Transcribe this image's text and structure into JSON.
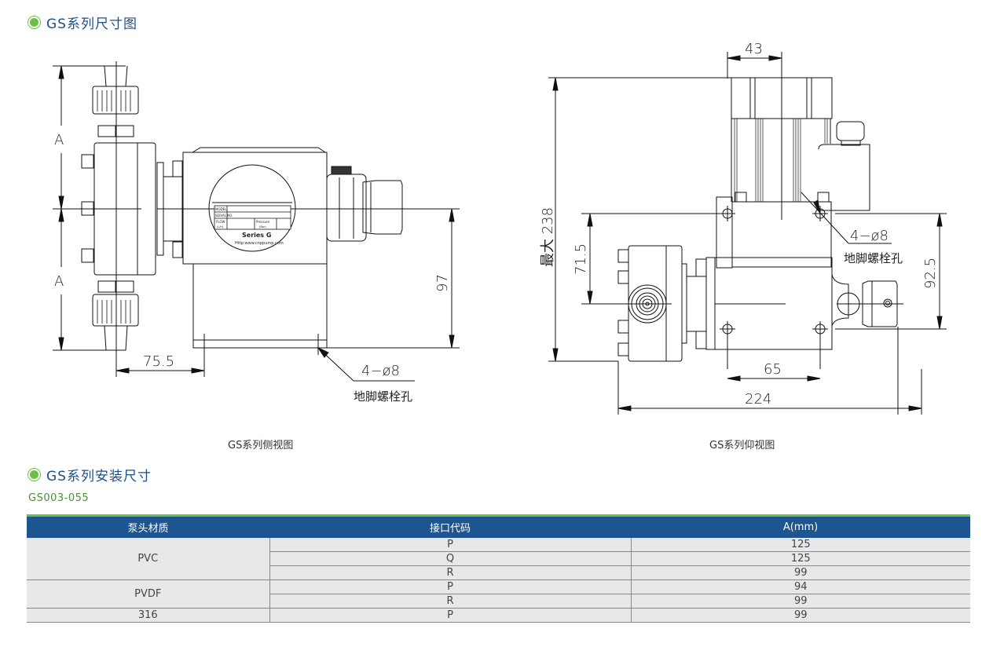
{
  "sections": {
    "drawing_title": "GS系列尺寸图",
    "install_title": "GS系列安装尺寸"
  },
  "side_view": {
    "caption": "GS系列侧视图",
    "dim_a_top": "A",
    "dim_a_bottom": "A",
    "dim_width": "75.5",
    "dim_height": "97",
    "hole_spec": "4−ø8",
    "hole_label": "地脚螺栓孔",
    "nameplate": {
      "model": "MODEL",
      "serial": "SERIAL NO.",
      "flow": "FLOW",
      "flow_unit": "(L/h)",
      "pressure": "Pressure",
      "pressure_unit": "(Bar)",
      "brand": "Series G",
      "url": "Http:www.cnppump.com"
    }
  },
  "bottom_view": {
    "caption": "GS系列仰视图",
    "dim_top": "43",
    "dim_max_height": "最大 238",
    "dim_left": "71.5",
    "dim_right": "92.5",
    "dim_holes": "65",
    "dim_total": "224",
    "hole_spec": "4−ø8",
    "hole_label": "地脚螺栓孔"
  },
  "table": {
    "model_range": "GS003-055",
    "headers": [
      "泵头材质",
      "接口代码",
      "A(mm)"
    ],
    "groups": [
      {
        "material": "PVC",
        "rows": [
          {
            "code": "P",
            "a": "125"
          },
          {
            "code": "Q",
            "a": "125"
          },
          {
            "code": "R",
            "a": "99"
          }
        ]
      },
      {
        "material": "PVDF",
        "rows": [
          {
            "code": "P",
            "a": "94"
          },
          {
            "code": "R",
            "a": "99"
          }
        ]
      },
      {
        "material": "316",
        "rows": [
          {
            "code": "P",
            "a": "99"
          }
        ]
      }
    ]
  },
  "colors": {
    "title": "#1f4e85",
    "accent": "#6cbf4a",
    "header_bg": "#1e5590",
    "row_bg": "#e8e8ea"
  }
}
